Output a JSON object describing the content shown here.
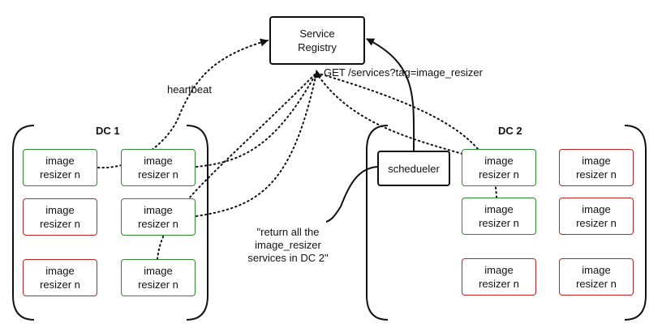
{
  "registry": {
    "label": "Service\nRegistry"
  },
  "dc1": {
    "title": "DC 1"
  },
  "dc2": {
    "title": "DC 2"
  },
  "scheduler": {
    "label": "schedueler"
  },
  "node_label": "image\nresizer n",
  "labels": {
    "heartbeat": "heartbeat",
    "get_request": "GET /services?tag=image_resizer",
    "return_note": "\"return all the\nimage_resizer\nservices in DC 2\""
  },
  "nodes": [
    {
      "dc": "DC 1",
      "status": "healthy"
    },
    {
      "dc": "DC 1",
      "status": "healthy"
    },
    {
      "dc": "DC 1",
      "status": "unhealthy"
    },
    {
      "dc": "DC 1",
      "status": "healthy"
    },
    {
      "dc": "DC 1",
      "status": "unhealthy"
    },
    {
      "dc": "DC 1",
      "status": "healthy"
    },
    {
      "dc": "DC 2",
      "status": "healthy"
    },
    {
      "dc": "DC 2",
      "status": "unhealthy"
    },
    {
      "dc": "DC 2",
      "status": "healthy"
    },
    {
      "dc": "DC 2",
      "status": "unhealthy"
    },
    {
      "dc": "DC 2",
      "status": "unhealthy"
    },
    {
      "dc": "DC 2",
      "status": "unhealthy"
    }
  ],
  "colors": {
    "healthy": "#2e8b2e",
    "unhealthy": "#c22222",
    "line": "#111111"
  }
}
